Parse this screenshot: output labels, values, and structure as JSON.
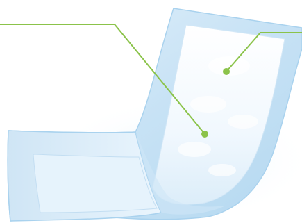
{
  "colors": {
    "background": "#ffffff",
    "pad_outer": "#cfe6f6",
    "pad_edge": "#a9d2ee",
    "pad_core": "#f4faff",
    "pad_core_shadow": "#ddeefa",
    "callout_line": "#8bc34a",
    "callout_dot": "#8bc34a"
  },
  "callouts": [
    {
      "name": "callout-left",
      "target": "absorbent-core-lower"
    },
    {
      "name": "callout-right",
      "target": "absorbent-core-upper"
    }
  ]
}
